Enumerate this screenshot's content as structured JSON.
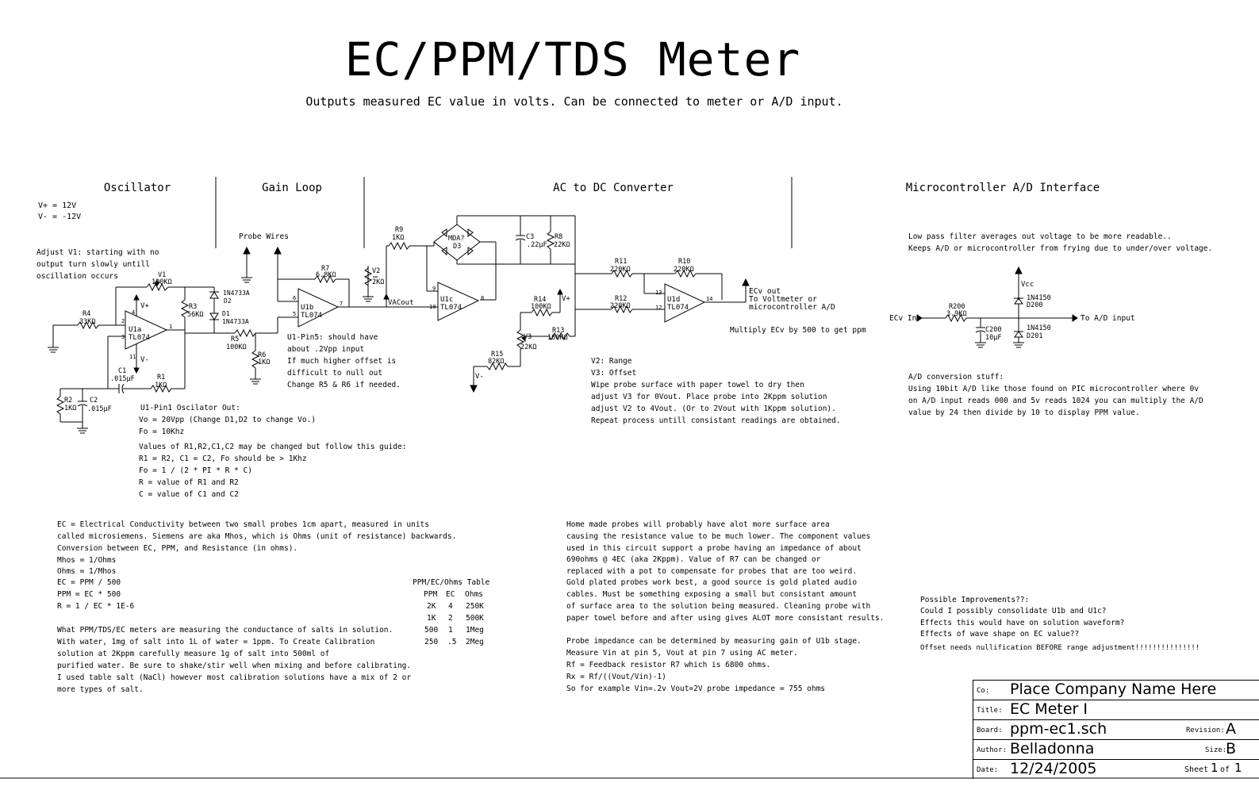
{
  "title": "EC/PPM/TDS Meter",
  "subtitle": "Outputs measured EC value in volts. Can be connected to meter or A/D input.",
  "sections": {
    "oscillator": "Oscillator",
    "gain_loop": "Gain Loop",
    "ac_dc": "AC to DC Converter",
    "micro": "Microcontroller A/D Interface"
  },
  "supply": [
    "V+ = 12V",
    "V- = -12V"
  ],
  "adjust_note": [
    "Adjust V1: starting with no",
    "output turn slowly untill",
    "oscillation occurs"
  ],
  "probe_wires": "Probe Wires",
  "osc_out_note": [
    "U1-Pin1 Oscilator Out:",
    "  Vo = 20Vpp   (Change D1,D2 to change Vo.)",
    "  Fo = 10Khz"
  ],
  "values_note": [
    "Values of R1,R2,C1,C2 may be changed but follow this guide:",
    "  R1 = R2, C1 = C2, Fo should be > 1Khz",
    "  Fo = 1 / (2 * PI * R * C)",
    "  R = value of R1 and R2",
    "  C = value of C1 and C2"
  ],
  "pin5_note": [
    "U1-Pin5: should have",
    "about .2Vpp input",
    "If much higher offset is",
    "difficult to null out",
    "Change R5 & R6 if needed."
  ],
  "range_note": [
    "V2: Range",
    "V3: Offset",
    "Wipe probe surface with paper towel to dry then",
    "adjust V3 for 0Vout. Place probe into 2Kppm solution",
    "adjust V2 to 4Vout. (Or to 2Vout with 1Kppm solution).",
    "Repeat process untill consistant readings are obtained."
  ],
  "multiply_note": "Multiply ECv by 500 to get ppm",
  "ecv_out": [
    "ECv out",
    "To Voltmeter or",
    "microcontroller A/D"
  ],
  "lowpass_note": [
    "Low pass filter averages out voltage to be more readable..",
    "Keeps A/D or microcontroller from frying due to under/over voltage."
  ],
  "ad_note": [
    "A/D conversion stuff:",
    "  Using 10bit A/D like those found on PIC microcontroller where 0v",
    "  on A/D input reads 000 and 5v reads 1024 you can multiply the A/D",
    "  value by 24 then divide by 10 to display PPM value."
  ],
  "ec_note": [
    "EC = Electrical Conductivity between two small probes 1cm apart, measured in units",
    "called microsiemens. Siemens are aka Mhos, which is Ohms (unit of resistance) backwards.",
    "Conversion between EC, PPM, and Resistance (in ohms).",
    "Mhos = 1/Ohms",
    "Ohms = 1/Mhos",
    "EC = PPM / 500",
    "PPM = EC * 500",
    "R = 1 / EC * 1E-6"
  ],
  "salt_note": [
    "What PPM/TDS/EC meters are measuring the conductance of salts in solution.",
    "With water, 1mg of salt into 1L of water = 1ppm. To Create Calibration",
    "solution at 2Kppm carefully measure 1g of salt into 500ml of",
    "purified water. Be sure to shake/stir well when mixing and before calibrating.",
    "I used table salt (NaCl) however most calibration solutions have a mix of 2 or",
    "more types of salt."
  ],
  "table": {
    "title": "PPM/EC/Ohms Table",
    "headers": [
      "PPM",
      "EC",
      "Ohms"
    ],
    "rows": [
      [
        "2K",
        "4",
        "250K"
      ],
      [
        "1K",
        "2",
        "500K"
      ],
      [
        "500",
        "1",
        "1Meg"
      ],
      [
        "250",
        ".5",
        "2Meg"
      ]
    ]
  },
  "probe_note": [
    "Home made probes will probably have alot more surface area",
    "causing the resistance value to be much lower. The component values",
    "used in this circuit support a probe having an impedance of about",
    "690ohms @ 4EC (aka 2Kppm). Value of R7 can be changed or",
    "replaced with a pot to compensate for probes that are too weird.",
    "Gold plated probes work best, a good source is gold plated audio",
    "cables. Must be something exposing a small but consistant amount",
    "of surface area to the solution being measured. Cleaning probe with",
    "paper towel before and after using gives ALOT more consistant results."
  ],
  "impedance_note": [
    "Probe impedance can be determined by measuring gain of U1b stage.",
    " Measure Vin at pin 5, Vout at pin 7 using AC meter.",
    " Rf = Feedback resistor R7 which is 6800 ohms.",
    " Rx = Rf/((Vout/Vin)-1)",
    " So for example Vin=.2v Vout=2V probe impedance = 755 ohms"
  ],
  "improvements": [
    "Possible Improvements??:",
    " Could I possibly consolidate U1b and U1c?",
    " Effects this would have on solution waveform?",
    " Effects of wave shape on EC value??",
    "Offset needs nullification BEFORE range adjustment!!!!!!!!!!!!!!!"
  ],
  "components": {
    "v1": [
      "V1",
      "100KΩ"
    ],
    "r3": [
      "R3",
      "56KΩ"
    ],
    "d2": [
      "1N4733A",
      "D2"
    ],
    "d1": [
      "D1",
      "1N4733A"
    ],
    "r4": [
      "R4",
      "33KΩ"
    ],
    "u1a": [
      "U1a",
      "TL074"
    ],
    "r1": [
      "R1",
      "1KΩ"
    ],
    "c1": [
      "C1",
      ".015µF"
    ],
    "r2": [
      "R2",
      "1KΩ"
    ],
    "c2": [
      "C2",
      ".015µF"
    ],
    "r5": [
      "R5",
      "100KΩ"
    ],
    "r6": [
      "R6",
      "1KΩ"
    ],
    "r7": [
      "R7",
      "6.8KΩ"
    ],
    "u1b": [
      "U1b",
      "TL074"
    ],
    "v2": [
      "V2",
      "2KΩ"
    ],
    "vacout": "VACout",
    "r9": [
      "R9",
      "1KΩ"
    ],
    "mda": [
      "MDA?",
      "D3"
    ],
    "u1c": [
      "U1c",
      "TL074"
    ],
    "c3": [
      "C3",
      ".22µF"
    ],
    "r8": [
      "R8",
      "22KΩ"
    ],
    "r11": [
      "R11",
      "220KΩ"
    ],
    "r10": [
      "R10",
      "220KΩ"
    ],
    "r12": [
      "R12",
      "220KΩ"
    ],
    "r14": [
      "R14",
      "100KΩ"
    ],
    "r13": [
      "R13",
      "100KΩ"
    ],
    "v3": [
      "V3",
      "22KΩ"
    ],
    "r15": [
      "R15",
      "82KΩ"
    ],
    "u1d": [
      "U1d",
      "TL074"
    ],
    "vplus": "V+",
    "vminus": "V-",
    "vcc": "Vcc",
    "d200": [
      "1N4150",
      "D200"
    ],
    "d201": [
      "1N4150",
      "D201"
    ],
    "r200": [
      "R200",
      "3.9KΩ"
    ],
    "c200": [
      "C200",
      "10µF"
    ],
    "ecv_in": "ECv In",
    "to_ad": "To A/D input"
  },
  "titleblock": {
    "co_label": "Co:",
    "co_value": "Place Company Name Here",
    "title_label": "Title:",
    "title_value": "EC Meter I",
    "board_label": "Board:",
    "board_value": "ppm-ec1.sch",
    "revision_label": "Revision:",
    "revision_value": "A",
    "author_label": "Author:",
    "author_value": "Belladonna",
    "size_label": "Size:",
    "size_value": "B",
    "date_label": "Date:",
    "date_value": "12/24/2005",
    "sheet_label": "Sheet",
    "sheet_value": "1",
    "sheet_of": "of",
    "sheet_total": "1"
  }
}
